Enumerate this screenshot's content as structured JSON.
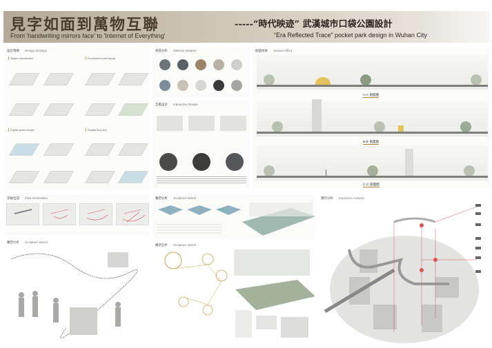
{
  "header": {
    "title_cn": "見字如面到萬物互聯",
    "title_en": "From 'handwriting mirrors face' to 'Internet of Everything'",
    "subtitle_cn": "-----“時代映迹” 武漢城市口袋公園設計",
    "subtitle_en": "“Era Reflected Trace” pocket park design in Wuhan City"
  },
  "panels": {
    "design_strategy": {
      "cn": "設計策略",
      "en": "Design Strategy",
      "groups": [
        "Space Introduction",
        "Functional zone layout",
        "Digital space shape",
        "Spatial flow line"
      ]
    },
    "material": {
      "cn": "材質分析",
      "en": "Material analysis"
    },
    "interactive": {
      "cn": "互動設計",
      "en": "Interactive Design"
    },
    "section": {
      "cn": "剖面效果",
      "en": "Section effect",
      "labels": [
        "A-A' 剖面图",
        "B-B' 剖面图",
        "C-C' 剖面图"
      ]
    },
    "flow": {
      "cn": "流線生成",
      "en": "Flow Generation"
    },
    "sculpture_left": {
      "cn": "雕塑分析",
      "en": "Sculpture sketch"
    },
    "sculpture_mid_a": {
      "cn": "雕塑分析",
      "en": "Sculpture sketch"
    },
    "sculpture_mid_b": {
      "cn": "雕塑分析",
      "en": "Sculpture sketch"
    },
    "explosion": {
      "cn": "爆炸分析",
      "en": "Explosion Analysis"
    }
  },
  "colors": {
    "accent": "#c9a44a",
    "red": "#d9534f",
    "header": "#b5aa98"
  }
}
